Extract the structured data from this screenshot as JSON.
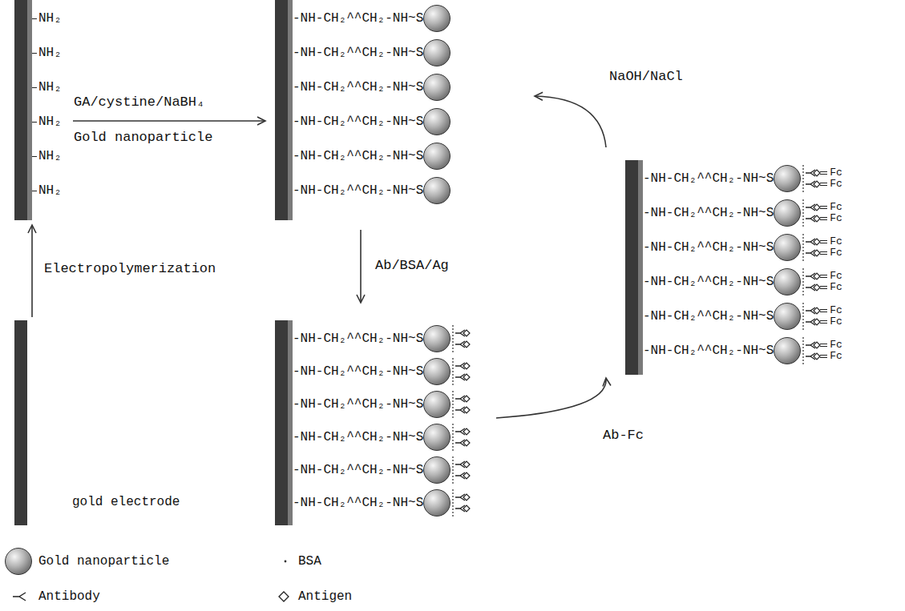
{
  "diagram": {
    "nodes": [
      {
        "text": [
          "gold electrode"
        ]
      },
      {
        "text": [
          "NH₂",
          "NH₂",
          "NH₂",
          "NH₂",
          "NH₂",
          "NH₂"
        ]
      },
      {
        "text": [
          "-NH-CH₂^^CH₂-NH~S",
          "-NH-CH₂^^CH₂-NH~S",
          "-NH-CH₂^^CH₂-NH~S",
          "-NH-CH₂^^CH₂-NH~S",
          "-NH-CH₂^^CH₂-NH~S",
          "-NH-CH₂^^CH₂-NH~S"
        ]
      },
      {
        "text": [
          "-NH-CH₂^^CH₂-NH~S",
          "-NH-CH₂^^CH₂-NH~S",
          "-NH-CH₂^^CH₂-NH~S",
          "-NH-CH₂^^CH₂-NH~S",
          "-NH-CH₂^^CH₂-NH~S",
          "-NH-CH₂^^CH₂-NH~S"
        ]
      },
      {
        "text": [
          "-NH-CH₂^^CH₂-NH~S",
          "Fc",
          "Fc",
          "-NH-CH₂^^CH₂-NH~S",
          "Fc",
          "Fc",
          "-NH-CH₂^^CH₂-NH~S",
          "Fc",
          "Fc",
          "-NH-CH₂^^CH₂-NH~S",
          "Fc",
          "Fc",
          "-NH-CH₂^^CH₂-NH~S",
          "Fc",
          "Fc",
          "-NH-CH₂^^CH₂-NH~S",
          "Fc",
          "Fc"
        ]
      }
    ],
    "edges": [
      {
        "from": 0,
        "to": 1,
        "arrow": "to",
        "label": "Electropolymerization"
      },
      {
        "from": 1,
        "to": 2,
        "arrow": "to",
        "label": "GA/cystine/NaBH₄"
      },
      {
        "from": 2,
        "to": 3,
        "arrow": "to",
        "label": "Ab/BSA/Ag"
      },
      {
        "from": 3,
        "to": 4,
        "arrow": "to",
        "label": "Ab-Fc"
      },
      {
        "from": 4,
        "to": 2,
        "arrow": "to",
        "label": "NaOH/NaCl"
      }
    ],
    "labels": [
      "Gold nanoparticle"
    ],
    "legend": [
      {
        "text": "Gold nanoparticle"
      },
      {
        "text": "BSA"
      },
      {
        "text": "Antibody"
      },
      {
        "text": "Antigen"
      }
    ]
  }
}
